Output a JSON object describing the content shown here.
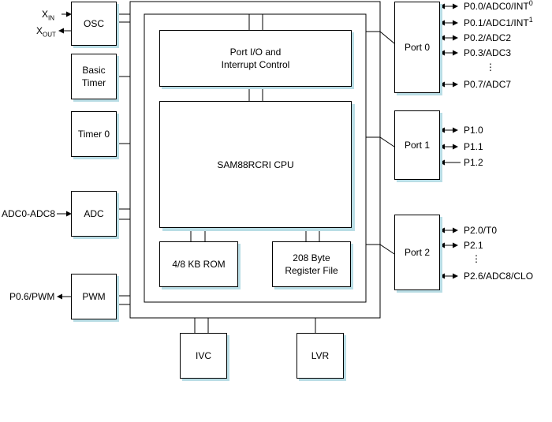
{
  "colors": {
    "line": "#000000",
    "block_shadow": "#b9dde5"
  },
  "blocks": {
    "osc": "OSC",
    "basic_timer": "Basic\nTimer",
    "timer0": "Timer 0",
    "adc": "ADC",
    "pwm": "PWM",
    "port_io": "Port I/O and\nInterrupt Control",
    "cpu": "SAM88RCRI CPU",
    "rom": "4/8 KB ROM",
    "register_file": "208 Byte\nRegister File",
    "port0": "Port 0",
    "port1": "Port 1",
    "port2": "Port 2",
    "ivc": "IVC",
    "lvr": "LVR"
  },
  "left_signals": {
    "xin_main": "X",
    "xin_sub": "IN",
    "xout_main": "X",
    "xout_sub": "OUT",
    "adc_in": "ADC0-ADC8",
    "pwm_out": "P0.6/PWM"
  },
  "port0_pins": [
    {
      "text": "P0.0/ADC0/INT",
      "sup": "0"
    },
    {
      "text": "P0.1/ADC1/INT",
      "sup": "1"
    },
    {
      "text": "P0.2/ADC2",
      "sup": ""
    },
    {
      "text": "P0.3/ADC3",
      "sup": ""
    },
    {
      "text": "P0.7/ADC7",
      "sup": ""
    }
  ],
  "port1_pins": [
    "P1.0",
    "P1.1",
    "P1.2"
  ],
  "port2_pins": [
    "P2.0/T0",
    "P2.1",
    "P2.6/ADC8/CLO"
  ],
  "ellipsis": "⋮"
}
